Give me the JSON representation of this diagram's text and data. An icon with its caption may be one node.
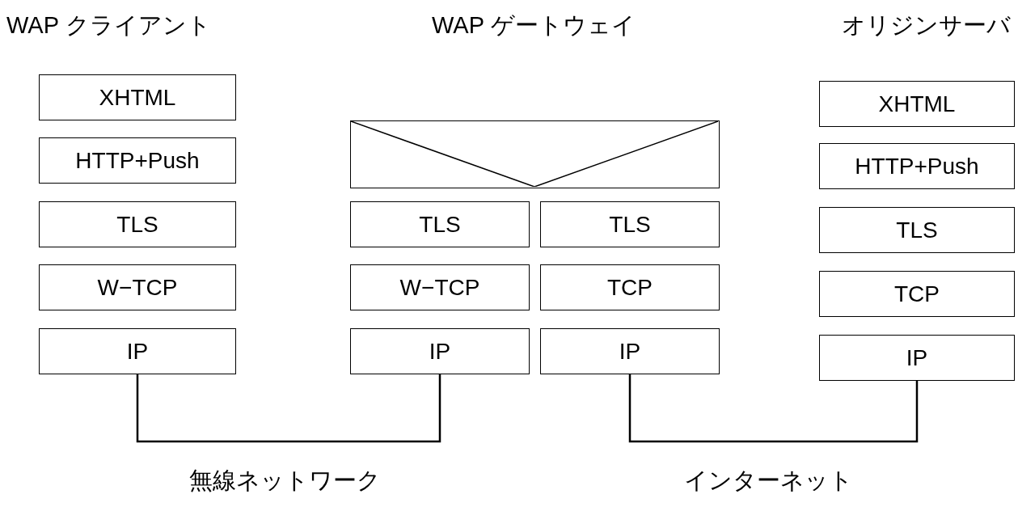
{
  "diagram": {
    "nodes": [
      {
        "text": [
          "XHTML"
        ]
      },
      {
        "text": [
          "HTTP+Push"
        ]
      },
      {
        "text": [
          "TLS"
        ]
      },
      {
        "text": [
          "W−TCP"
        ]
      },
      {
        "text": [
          "IP"
        ]
      },
      {
        "text": [],
        "shape": "box"
      },
      {
        "text": [
          "TLS"
        ]
      },
      {
        "text": [
          "TLS"
        ]
      },
      {
        "text": [
          "W−TCP"
        ]
      },
      {
        "text": [
          "TCP"
        ]
      },
      {
        "text": [
          "IP"
        ]
      },
      {
        "text": [
          "IP"
        ]
      },
      {
        "text": [
          "XHTML"
        ]
      },
      {
        "text": [
          "HTTP+Push"
        ]
      },
      {
        "text": [
          "TLS"
        ]
      },
      {
        "text": [
          "TCP"
        ]
      },
      {
        "text": [
          "IP"
        ]
      }
    ],
    "edges": [
      {
        "from": 4,
        "to": 10,
        "arrow": "none"
      },
      {
        "from": 11,
        "to": 16,
        "arrow": "none"
      }
    ],
    "labels": [
      "WAP クライアント",
      "WAP ゲートウェイ",
      "オリジンサーバ",
      "無線ネットワーク",
      "インターネット"
    ]
  }
}
